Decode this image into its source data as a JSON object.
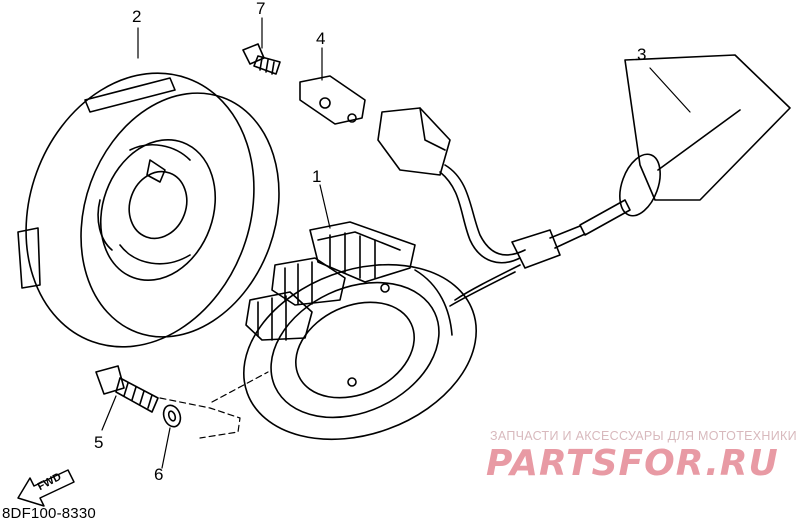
{
  "diagram": {
    "code": "8DF100-8330",
    "direction_arrow": "FWD",
    "callouts": [
      "1",
      "2",
      "3",
      "4",
      "5",
      "6",
      "7"
    ]
  },
  "watermark": {
    "caption": "ЗАПЧАСТИ И АКСЕССУАРЫ ДЛЯ МОТОТЕХНИКИ",
    "logo": "PARTSFOR.RU",
    "color": "#e89aa4"
  }
}
